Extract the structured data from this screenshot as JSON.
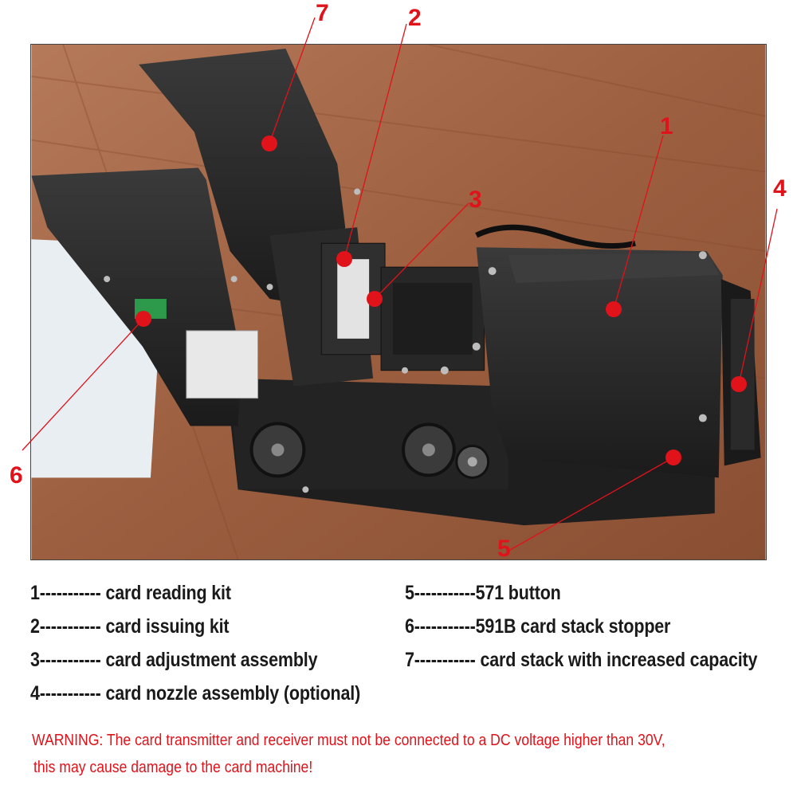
{
  "callouts": [
    {
      "number": "1"
    },
    {
      "number": "2"
    },
    {
      "number": "3"
    },
    {
      "number": "4"
    },
    {
      "number": "5"
    },
    {
      "number": "6"
    },
    {
      "number": "7"
    }
  ],
  "legend": [
    {
      "number": "1",
      "text": "1----------- card reading kit"
    },
    {
      "number": "2",
      "text": "2----------- card issuing kit"
    },
    {
      "number": "3",
      "text": "3----------- card adjustment assembly"
    },
    {
      "number": "4",
      "text": "4----------- card nozzle assembly (optional)"
    },
    {
      "number": "5",
      "text": "5-----------571 button"
    },
    {
      "number": "6",
      "text": "6-----------591B card stack stopper"
    },
    {
      "number": "7",
      "text": "7----------- card stack with increased capacity"
    }
  ],
  "warning": {
    "line1": "WARNING: The card transmitter and receiver must not be connected to a DC voltage higher than 30V,",
    "line2": "this may cause damage to the card machine!"
  },
  "colors": {
    "callout_red": "#e0121a",
    "text_dark": "#1a1a1a",
    "desk_wood": "#9a5f3f",
    "machine_black": "#262626"
  }
}
